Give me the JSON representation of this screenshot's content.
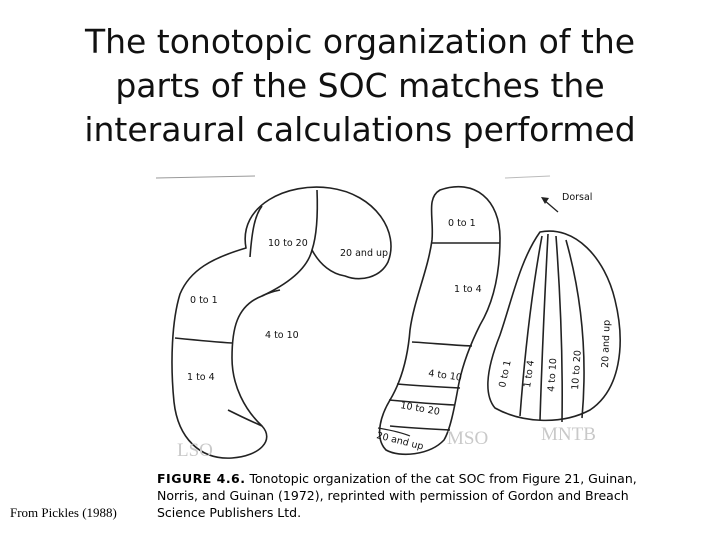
{
  "slide": {
    "title_lines": [
      "The tonotopic organization of the",
      "parts of the SOC matches the",
      "interaural calculations performed"
    ],
    "credit": "From Pickles (1988)"
  },
  "figure": {
    "direction_label": "Dorsal",
    "lso": {
      "name": "LSO",
      "regions": [
        "10 to 20",
        "20 and up",
        "0 to 1",
        "4 to 10",
        "1 to 4"
      ]
    },
    "mso": {
      "name": "MSO",
      "regions": [
        "0 to 1",
        "1 to 4",
        "4 to 10",
        "10 to 20",
        "20 and up"
      ]
    },
    "mntb": {
      "name": "MNTB",
      "regions": [
        "0 to 1",
        "1 to 4",
        "4 to 10",
        "10 to 20",
        "20 and up"
      ]
    },
    "caption": {
      "label": "FIGURE 4.6.",
      "text": "Tonotopic organization of the cat SOC from Figure 21, Guinan, Norris, and Guinan (1972), reprinted with permission of Gordon and Breach Science Publishers Ltd."
    }
  },
  "colors": {
    "line": "#222222",
    "overlay_label": "#c9c9c9"
  }
}
